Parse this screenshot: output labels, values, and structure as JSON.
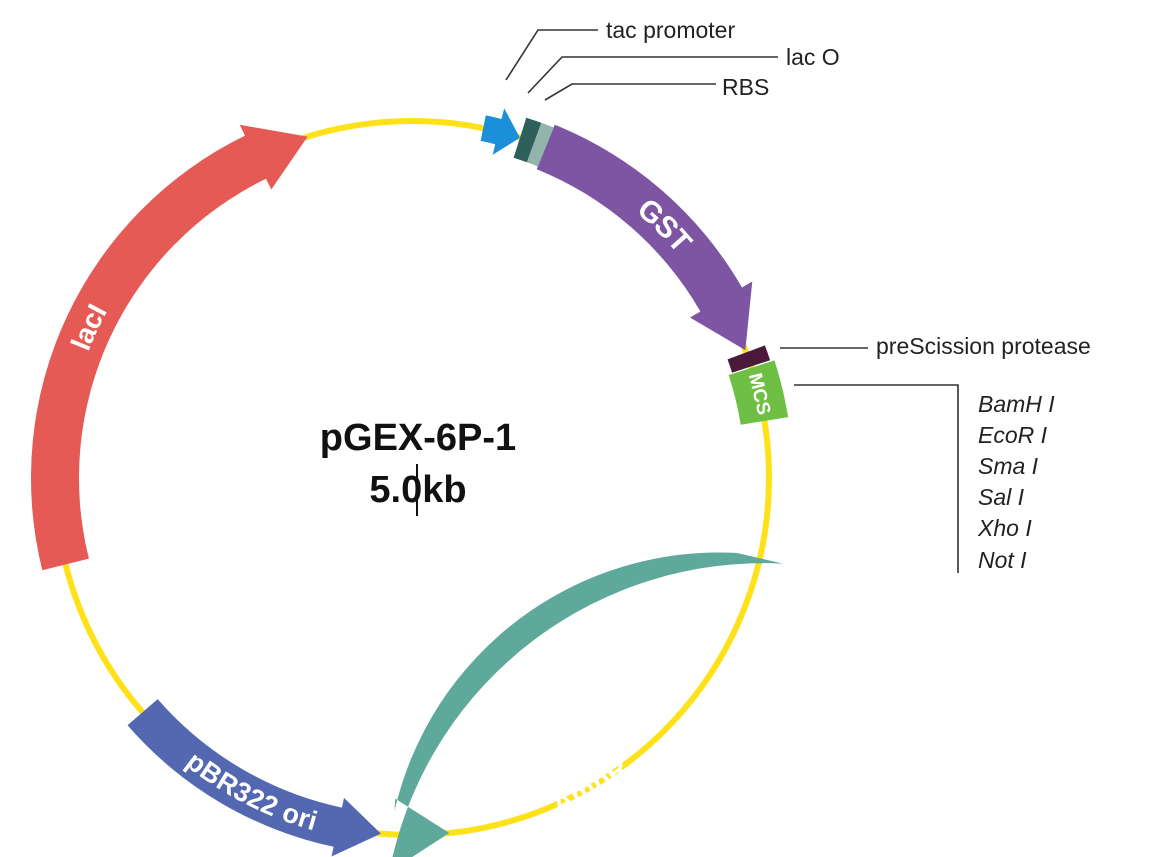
{
  "plasmid": {
    "name": "pGEX-6P-1",
    "size": "5.0kb"
  },
  "features": {
    "tac_promoter": {
      "label": "tac promoter",
      "color": "#1b90d8"
    },
    "lac_o": {
      "label": "lac O",
      "color": "#2e5f5a"
    },
    "rbs": {
      "label": "RBS",
      "color": "#93b3ad"
    },
    "gst": {
      "label": "GST",
      "color": "#7d55a2"
    },
    "prescission": {
      "label": "preScission protease",
      "color": "#4b1a3a"
    },
    "mcs": {
      "label": "MCS",
      "color": "#6ebf43"
    },
    "ampr": {
      "label": "AmpR",
      "color": "#5ea99b"
    },
    "ori": {
      "label": "pBR322 ori",
      "color": "#5468b2"
    },
    "laci": {
      "label": "lacI",
      "color": "#e65a55"
    }
  },
  "backbone_color": "#ffe11a",
  "mcs_sites": [
    "BamH I",
    "EcoR I",
    "Sma I",
    "Sal I",
    "Xho I",
    "Not I"
  ]
}
